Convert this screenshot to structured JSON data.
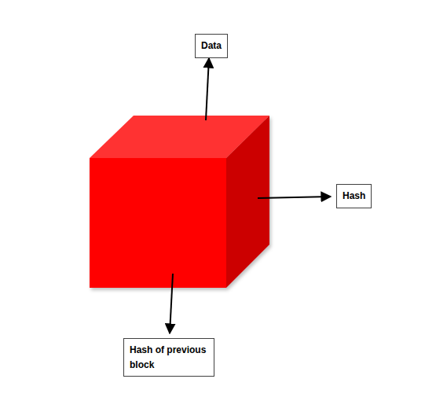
{
  "diagram": {
    "nodes": [
      {
        "text": [
          "Data"
        ]
      },
      {
        "text": [
          "Hash"
        ]
      },
      {
        "text": [
          "Hash of previous block"
        ]
      }
    ]
  }
}
